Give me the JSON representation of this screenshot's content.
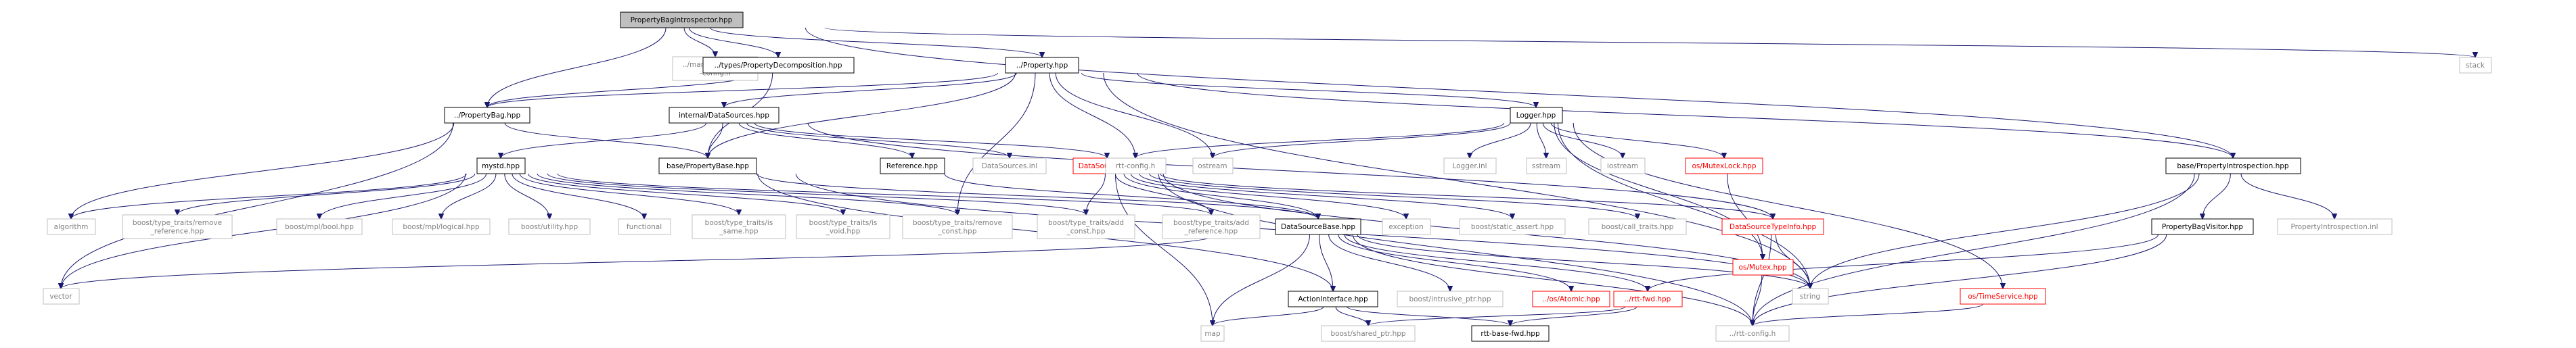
{
  "nodes": [
    {
      "id": "root",
      "lines": [
        "PropertyBagIntrospector.hpp"
      ],
      "style": "root"
    },
    {
      "id": "marsh",
      "lines": [
        "../marsh/rtt-marsh",
        "-config.h"
      ],
      "style": "grey"
    },
    {
      "id": "propdecomp",
      "lines": [
        "../types/PropertyDecomposition.hpp"
      ],
      "style": "black"
    },
    {
      "id": "property",
      "lines": [
        "../Property.hpp"
      ],
      "style": "black"
    },
    {
      "id": "stack",
      "lines": [
        "stack"
      ],
      "style": "grey"
    },
    {
      "id": "propertybag",
      "lines": [
        "../PropertyBag.hpp"
      ],
      "style": "black"
    },
    {
      "id": "internalds",
      "lines": [
        "internal/DataSources.hpp"
      ],
      "style": "black"
    },
    {
      "id": "logger",
      "lines": [
        "Logger.hpp"
      ],
      "style": "black"
    },
    {
      "id": "basepropintro",
      "lines": [
        "base/PropertyIntrospection.hpp"
      ],
      "style": "black"
    },
    {
      "id": "mystd",
      "lines": [
        "mystd.hpp"
      ],
      "style": "black"
    },
    {
      "id": "basepropbase",
      "lines": [
        "base/PropertyBase.hpp"
      ],
      "style": "black"
    },
    {
      "id": "reference",
      "lines": [
        "Reference.hpp"
      ],
      "style": "black"
    },
    {
      "id": "dsinl",
      "lines": [
        "DataSources.inl"
      ],
      "style": "grey"
    },
    {
      "id": "datasource",
      "lines": [
        "DataSource.hpp"
      ],
      "style": "red"
    },
    {
      "id": "rttconfig1",
      "lines": [
        "rtt-config.h"
      ],
      "style": "grey"
    },
    {
      "id": "ostream1",
      "lines": [
        "ostream"
      ],
      "style": "grey"
    },
    {
      "id": "loggerinl",
      "lines": [
        "Logger.inl"
      ],
      "style": "grey"
    },
    {
      "id": "sstream",
      "lines": [
        "sstream"
      ],
      "style": "grey"
    },
    {
      "id": "iostream",
      "lines": [
        "iostream"
      ],
      "style": "grey"
    },
    {
      "id": "mutexlock",
      "lines": [
        "os/MutexLock.hpp"
      ],
      "style": "red"
    },
    {
      "id": "propbagvisitor",
      "lines": [
        "PropertyBagVisitor.hpp"
      ],
      "style": "black"
    },
    {
      "id": "propintroinl",
      "lines": [
        "PropertyIntrospection.inl"
      ],
      "style": "grey"
    },
    {
      "id": "algorithm",
      "lines": [
        "algorithm"
      ],
      "style": "grey"
    },
    {
      "id": "removeref",
      "lines": [
        "boost/type_traits/remove",
        "_reference.hpp"
      ],
      "style": "grey"
    },
    {
      "id": "mplbool",
      "lines": [
        "boost/mpl/bool.hpp"
      ],
      "style": "grey"
    },
    {
      "id": "mpllogical",
      "lines": [
        "boost/mpl/logical.hpp"
      ],
      "style": "grey"
    },
    {
      "id": "utility",
      "lines": [
        "boost/utility.hpp"
      ],
      "style": "grey"
    },
    {
      "id": "functional",
      "lines": [
        "functional"
      ],
      "style": "grey"
    },
    {
      "id": "issame",
      "lines": [
        "boost/type_traits/is",
        "_same.hpp"
      ],
      "style": "grey"
    },
    {
      "id": "isvoid",
      "lines": [
        "boost/type_traits/is",
        "_void.hpp"
      ],
      "style": "grey"
    },
    {
      "id": "removeconst",
      "lines": [
        "boost/type_traits/remove",
        "_const.hpp"
      ],
      "style": "grey"
    },
    {
      "id": "addconst",
      "lines": [
        "boost/type_traits/add",
        "_const.hpp"
      ],
      "style": "grey"
    },
    {
      "id": "addref",
      "lines": [
        "boost/type_traits/add",
        "_reference.hpp"
      ],
      "style": "grey"
    },
    {
      "id": "dsbase",
      "lines": [
        "DataSourceBase.hpp"
      ],
      "style": "black"
    },
    {
      "id": "exception",
      "lines": [
        "exception"
      ],
      "style": "grey"
    },
    {
      "id": "staticassert",
      "lines": [
        "boost/static_assert.hpp"
      ],
      "style": "grey"
    },
    {
      "id": "calltraits",
      "lines": [
        "boost/call_traits.hpp"
      ],
      "style": "grey"
    },
    {
      "id": "dstypeinfo",
      "lines": [
        "DataSourceTypeInfo.hpp"
      ],
      "style": "red"
    },
    {
      "id": "osmutex",
      "lines": [
        "os/Mutex.hpp"
      ],
      "style": "red"
    },
    {
      "id": "string",
      "lines": [
        "string"
      ],
      "style": "grey"
    },
    {
      "id": "timeservice",
      "lines": [
        "os/TimeService.hpp"
      ],
      "style": "red"
    },
    {
      "id": "vector",
      "lines": [
        "vector"
      ],
      "style": "grey"
    },
    {
      "id": "actioninterface",
      "lines": [
        "ActionInterface.hpp"
      ],
      "style": "black"
    },
    {
      "id": "intrusiveptr",
      "lines": [
        "boost/intrusive_ptr.hpp"
      ],
      "style": "grey"
    },
    {
      "id": "osatomic",
      "lines": [
        "../os/Atomic.hpp"
      ],
      "style": "red"
    },
    {
      "id": "rttfwd",
      "lines": [
        "../rtt-fwd.hpp"
      ],
      "style": "red"
    },
    {
      "id": "map",
      "lines": [
        "map"
      ],
      "style": "grey"
    },
    {
      "id": "sharedptr",
      "lines": [
        "boost/shared_ptr.hpp"
      ],
      "style": "grey"
    },
    {
      "id": "rttbasefwd",
      "lines": [
        "rtt-base-fwd.hpp"
      ],
      "style": "black"
    },
    {
      "id": "rttconfig2",
      "lines": [
        "../rtt-config.h"
      ],
      "style": "grey"
    }
  ],
  "edges": [
    [
      "root",
      "marsh"
    ],
    [
      "root",
      "propdecomp"
    ],
    [
      "root",
      "property"
    ],
    [
      "root",
      "stack"
    ],
    [
      "root",
      "propertybag"
    ],
    [
      "root",
      "basepropintro"
    ],
    [
      "propdecomp",
      "propertybag"
    ],
    [
      "propdecomp",
      "basepropbase"
    ],
    [
      "property",
      "propertybag"
    ],
    [
      "property",
      "internalds"
    ],
    [
      "property",
      "logger"
    ],
    [
      "property",
      "rttconfig1"
    ],
    [
      "property",
      "ostream1"
    ],
    [
      "property",
      "string"
    ],
    [
      "property",
      "basepropintro"
    ],
    [
      "property",
      "basepropbase"
    ],
    [
      "property",
      "removeconst"
    ],
    [
      "propertybag",
      "basepropbase"
    ],
    [
      "propertybag",
      "vector"
    ],
    [
      "propertybag",
      "algorithm"
    ],
    [
      "internalds",
      "mystd"
    ],
    [
      "internalds",
      "basepropbase"
    ],
    [
      "internalds",
      "reference"
    ],
    [
      "internalds",
      "dsinl"
    ],
    [
      "internalds",
      "datasource"
    ],
    [
      "internalds",
      "dstypeinfo"
    ],
    [
      "logger",
      "rttconfig1"
    ],
    [
      "logger",
      "ostream1"
    ],
    [
      "logger",
      "loggerinl"
    ],
    [
      "logger",
      "sstream"
    ],
    [
      "logger",
      "iostream"
    ],
    [
      "logger",
      "mutexlock"
    ],
    [
      "logger",
      "osmutex"
    ],
    [
      "logger",
      "string"
    ],
    [
      "basepropintro",
      "propbagvisitor"
    ],
    [
      "basepropintro",
      "propintroinl"
    ],
    [
      "basepropintro",
      "string"
    ],
    [
      "basepropintro",
      "rttconfig2"
    ],
    [
      "mystd",
      "algorithm"
    ],
    [
      "mystd",
      "removeref"
    ],
    [
      "mystd",
      "mplbool"
    ],
    [
      "mystd",
      "mpllogical"
    ],
    [
      "mystd",
      "utility"
    ],
    [
      "mystd",
      "functional"
    ],
    [
      "mystd",
      "issame"
    ],
    [
      "mystd",
      "isvoid"
    ],
    [
      "mystd",
      "removeconst"
    ],
    [
      "mystd",
      "addconst"
    ],
    [
      "mystd",
      "addref"
    ],
    [
      "mystd",
      "vector"
    ],
    [
      "basepropbase",
      "dsbase"
    ],
    [
      "basepropbase",
      "string"
    ],
    [
      "basepropbase",
      "actioninterface"
    ],
    [
      "reference",
      "dsbase"
    ],
    [
      "datasource",
      "dsbase"
    ],
    [
      "datasource",
      "exception"
    ],
    [
      "datasource",
      "staticassert"
    ],
    [
      "datasource",
      "calltraits"
    ],
    [
      "datasource",
      "string"
    ],
    [
      "datasource",
      "dstypeinfo"
    ],
    [
      "datasource",
      "map"
    ],
    [
      "datasource",
      "addconst"
    ],
    [
      "datasource",
      "addref"
    ],
    [
      "datasource",
      "rttconfig2"
    ],
    [
      "mutexlock",
      "osmutex"
    ],
    [
      "osmutex",
      "rttconfig2"
    ],
    [
      "dstypeinfo",
      "string"
    ],
    [
      "dstypeinfo",
      "rttconfig2"
    ],
    [
      "propbagvisitor",
      "rttfwd"
    ],
    [
      "propbagvisitor",
      "rttconfig2"
    ],
    [
      "timeservice",
      "rttconfig2"
    ],
    [
      "dsbase",
      "vector"
    ],
    [
      "dsbase",
      "actioninterface"
    ],
    [
      "dsbase",
      "intrusiveptr"
    ],
    [
      "dsbase",
      "osatomic"
    ],
    [
      "dsbase",
      "rttfwd"
    ],
    [
      "dsbase",
      "map"
    ],
    [
      "dsbase",
      "string"
    ],
    [
      "dsbase",
      "rttconfig2"
    ],
    [
      "actioninterface",
      "map"
    ],
    [
      "actioninterface",
      "sharedptr"
    ],
    [
      "actioninterface",
      "rttbasefwd"
    ],
    [
      "rttfwd",
      "sharedptr"
    ],
    [
      "rttfwd",
      "rttbasefwd"
    ],
    [
      "logger",
      "timeservice"
    ]
  ],
  "colors": {
    "edge": "#191970",
    "root_fill": "#bfbfbf",
    "node_border": "#000000",
    "system_border": "#bfbfbf",
    "incomplete_border": "#ff0000",
    "system_text": "#808080"
  }
}
